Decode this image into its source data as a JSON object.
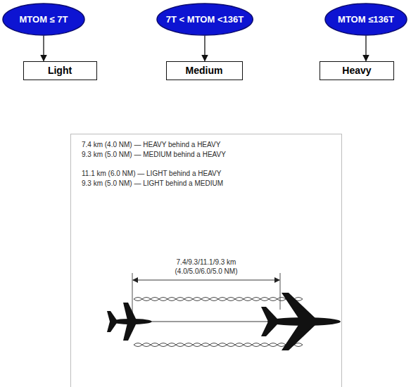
{
  "diagram": {
    "nodes": [
      {
        "text": [
          "MTOM ≤ 7T"
        ]
      },
      {
        "text": [
          "7T < MTOM <136T"
        ]
      },
      {
        "text": [
          "MTOM ≤136T"
        ]
      },
      {
        "text": [
          "Light"
        ]
      },
      {
        "text": [
          "Medium"
        ]
      },
      {
        "text": [
          "Heavy"
        ]
      }
    ],
    "edges": [
      {
        "from": 0,
        "to": 3,
        "arrow": "to"
      },
      {
        "from": 1,
        "to": 4,
        "arrow": "to"
      },
      {
        "from": 2,
        "to": 5,
        "arrow": "to"
      }
    ],
    "labels": [
      "7.4 km (4.0 NM) — HEAVY behind a HEAVY",
      "9.3 km (5.0 NM) — MEDIUM behind a HEAVY",
      "11.1 km (6.0 NM) — LIGHT behind a HEAVY",
      "9.3 km (5.0 NM) — LIGHT behind a MEDIUM",
      "7.4/9.3/11.1/9.3 km",
      "(4.0/5.0/6.0/5.0 NM)"
    ]
  }
}
